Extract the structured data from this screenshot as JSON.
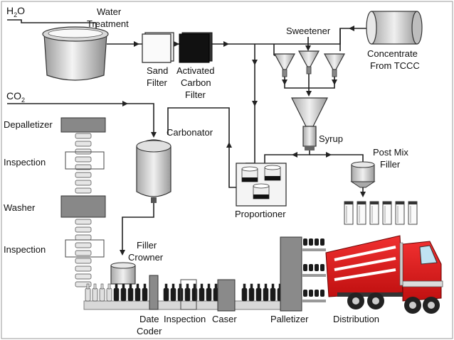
{
  "labels": {
    "h2o": "H",
    "h2o_sub": "2",
    "h2o_tail": "O",
    "water_treatment_1": "Water",
    "water_treatment_2": "Treatment",
    "sand_filter_1": "Sand",
    "sand_filter_2": "Filter",
    "carbon_filter_1": "Activated",
    "carbon_filter_2": "Carbon",
    "carbon_filter_3": "Filter",
    "sweetener": "Sweetener",
    "concentrate_1": "Concentrate",
    "concentrate_2": "From TCCC",
    "co2": "CO",
    "co2_sub": "2",
    "depalletizer": "Depalletizer",
    "inspection_1": "Inspection",
    "washer": "Washer",
    "inspection_2": "Inspection",
    "carbonator": "Carbonator",
    "syrup": "Syrup",
    "post_mix_1": "Post Mix",
    "post_mix_2": "Filler",
    "proportioner": "Proportioner",
    "filler_crowner_1": "Filler",
    "filler_crowner_2": "Crowner",
    "date_coder_1": "Date",
    "date_coder_2": "Coder",
    "inspection_3": "Inspection",
    "caser": "Caser",
    "palletizer": "Palletizer",
    "distribution": "Distribution"
  },
  "colors": {
    "truck_red": "#e01818",
    "carbon_black": "#111111",
    "machine_gray": "#8a8a8a",
    "line": "#222222"
  }
}
